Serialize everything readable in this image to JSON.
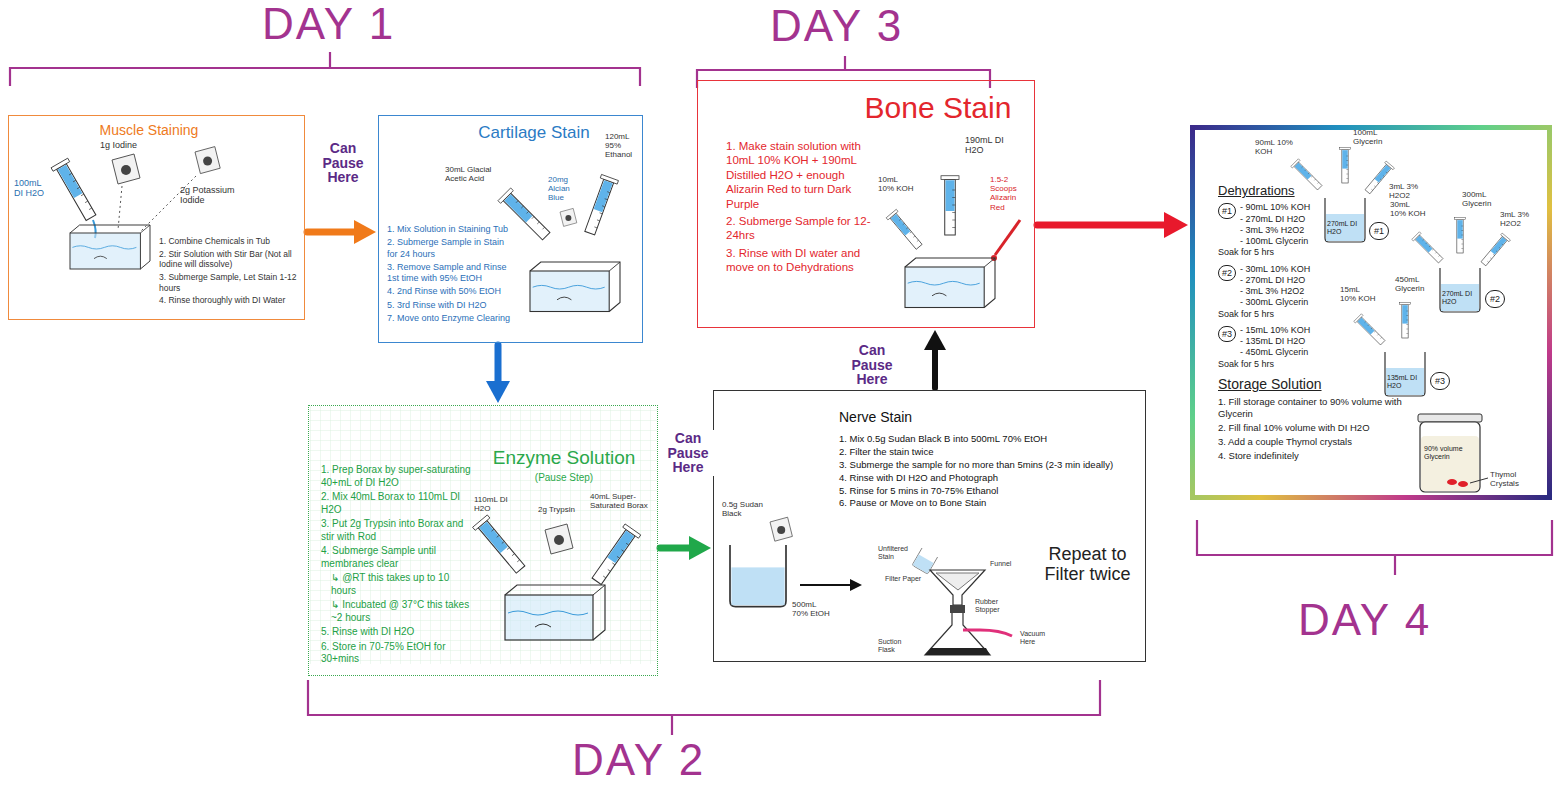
{
  "diagram": {
    "nodes": [
      {
        "text": [
          "Muscle Staining",
          "1. Combine Chemicals in Tub",
          "2. Stir Solution with Stir Bar (Not all Iodine will dissolve)",
          "3. Submerge Sample, Let Stain 1-12 hours",
          "4. Rinse thoroughly with DI Water"
        ]
      },
      {
        "text": [
          "Cartilage Stain",
          "1. Mix Solution in Staining Tub",
          "2. Submerge Sample in Stain for 24 hours",
          "3. Remove Sample and Rinse 1st time with 95% EtOH",
          "4. 2nd Rinse with 50% EtOH",
          "5. 3rd Rinse with DI H2O",
          "7. Move onto Enzyme Clearing"
        ]
      },
      {
        "text": [
          "Bone Stain",
          "1. Make stain solution with 10mL 10% KOH + 190mL Distilled H2O + enough Alizarin Red to turn Dark Purple",
          "2. Submerge Sample for 12-24hrs",
          "3. Rinse with DI water and move on to Dehydrations"
        ]
      },
      {
        "text": [
          "Dehydrations",
          "#1",
          "- 90mL 10% KOH",
          "- 270mL DI H2O",
          "- 3mL 3% H2O2",
          "- 100mL Glycerin",
          "Soak for 5 hrs",
          "#2",
          "- 30mL 10% KOH",
          "- 270mL DI H2O",
          "- 3mL 3% H2O2",
          "- 300mL Glycerin",
          "Soak for 5 hrs",
          "#3",
          "- 15mL 10% KOH",
          "- 135mL DI H2O",
          "- 450mL Glycerin",
          "Soak for 5 hrs",
          "Storage Solution",
          "1. Fill storage container to 90% volume with Glycerin",
          "2. Fill final 10% volume with DI H2O",
          "3. Add a couple Thymol crystals",
          "4. Store indefinitely"
        ]
      },
      {
        "text": [
          "Enzyme Solution",
          "(Pause Step)",
          "1. Prep Borax by super-saturating 40+mL of DI H2O",
          "2. Mix 40mL Borax to 110mL DI H2O",
          "3. Put 2g Trypsin into Borax and stir with Rod",
          "4. Submerge Sample until membranes clear",
          "↳ @RT this takes up to 10 hours",
          "↳ Incubated @ 37°C this takes ~2 hours",
          "5. Rinse with DI H2O",
          "6. Store in 70-75% EtOH for 30+mins"
        ]
      },
      {
        "text": [
          "Nerve Stain",
          "1. Mix 0.5g Sudan Black B into 500mL 70% EtOH",
          "2. Filter the stain twice",
          "3. Submerge the sample for no more than 5mins (2-3 min ideally)",
          "4. Rinse with DI H2O and Photograph",
          "5. Rinse for 5 mins in 70-75% Ethanol",
          "6. Pause or Move on to Bone Stain"
        ]
      }
    ],
    "edges": [
      {
        "from": 0,
        "to": 1,
        "arrow": "to",
        "label": "Can Pause Here"
      },
      {
        "from": 1,
        "to": 4,
        "arrow": "to"
      },
      {
        "from": 4,
        "to": 5,
        "arrow": "to",
        "label": "Can Pause Here"
      },
      {
        "from": 5,
        "to": 2,
        "arrow": "to",
        "label": "Can Pause Here"
      },
      {
        "from": 2,
        "to": 3,
        "arrow": "to"
      }
    ],
    "labels": [
      "DAY 1",
      "DAY 3",
      "DAY 2",
      "DAY 4",
      "100mL DI H2O",
      "1g Iodine",
      "2g Potassium Iodide",
      "30mL Glacial Acetic Acid",
      "120mL 95% Ethanol",
      "20mg Alcian Blue",
      "10mL 10% KOH",
      "190mL DI H2O",
      "1.5-2 Scoops Alizarin Red",
      "90mL 10% KOH",
      "100mL Glycerin",
      "3mL 3% H2O2",
      "270mL DI H2O",
      "#1",
      "30mL 10% KOH",
      "300mL Glycerin",
      "3mL 3% H2O2",
      "270mL DI H2O",
      "#2",
      "15mL 10% KOH",
      "450mL Glycerin",
      "135mL DI H2O",
      "#3",
      "90% volume Glycerin",
      "Thymol Crystals",
      "110mL DI H2O",
      "2g Trypsin",
      "40mL Super-Saturated Borax",
      "0.5g Sudan Black",
      "500mL 70% EtOH",
      "Unfiltered Stain",
      "Funnel",
      "Filter Paper",
      "Rubber Stopper",
      "Vacuum Here",
      "Suction Flask",
      "Repeat to Filter twice"
    ]
  }
}
